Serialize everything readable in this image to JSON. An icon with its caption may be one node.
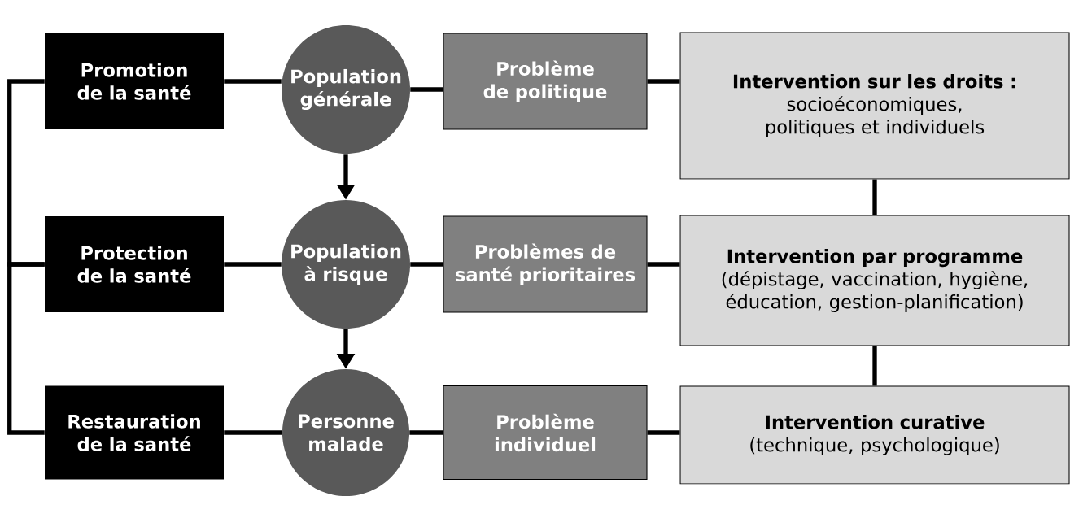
{
  "diagram": {
    "nodes": [
      {
        "text": [
          "Promotion de la santé"
        ]
      },
      {
        "text": [
          "Population générale"
        ]
      },
      {
        "text": [
          "Problème de politique"
        ]
      },
      {
        "text": [
          "Intervention sur les droits :",
          "socioéconomiques, politiques et individuels"
        ]
      },
      {
        "text": [
          "Protection de la santé"
        ]
      },
      {
        "text": [
          "Population à risque"
        ]
      },
      {
        "text": [
          "Problèmes de santé prioritaires"
        ]
      },
      {
        "text": [
          "Intervention par programme",
          "(dépistage, vaccination, hygiène, éducation, gestion-planification)"
        ]
      },
      {
        "text": [
          "Restauration de la santé"
        ]
      },
      {
        "text": [
          "Personne malade"
        ]
      },
      {
        "text": [
          "Problème individuel"
        ]
      },
      {
        "text": [
          "Intervention curative",
          "(technique, psychologique)"
        ]
      }
    ],
    "edges": [
      {
        "from": 0,
        "to": 1,
        "arrow": "none"
      },
      {
        "from": 1,
        "to": 2,
        "arrow": "none"
      },
      {
        "from": 2,
        "to": 3,
        "arrow": "none"
      },
      {
        "from": 4,
        "to": 5,
        "arrow": "none"
      },
      {
        "from": 5,
        "to": 6,
        "arrow": "none"
      },
      {
        "from": 6,
        "to": 7,
        "arrow": "none"
      },
      {
        "from": 8,
        "to": 9,
        "arrow": "none"
      },
      {
        "from": 9,
        "to": 10,
        "arrow": "none"
      },
      {
        "from": 10,
        "to": 11,
        "arrow": "none"
      },
      {
        "from": 1,
        "to": 5,
        "arrow": "to"
      },
      {
        "from": 5,
        "to": 9,
        "arrow": "to"
      },
      {
        "from": 3,
        "to": 7,
        "arrow": "none"
      },
      {
        "from": 7,
        "to": 11,
        "arrow": "none"
      },
      {
        "from": 0,
        "to": 4,
        "arrow": "none"
      },
      {
        "from": 4,
        "to": 8,
        "arrow": "none"
      }
    ]
  }
}
